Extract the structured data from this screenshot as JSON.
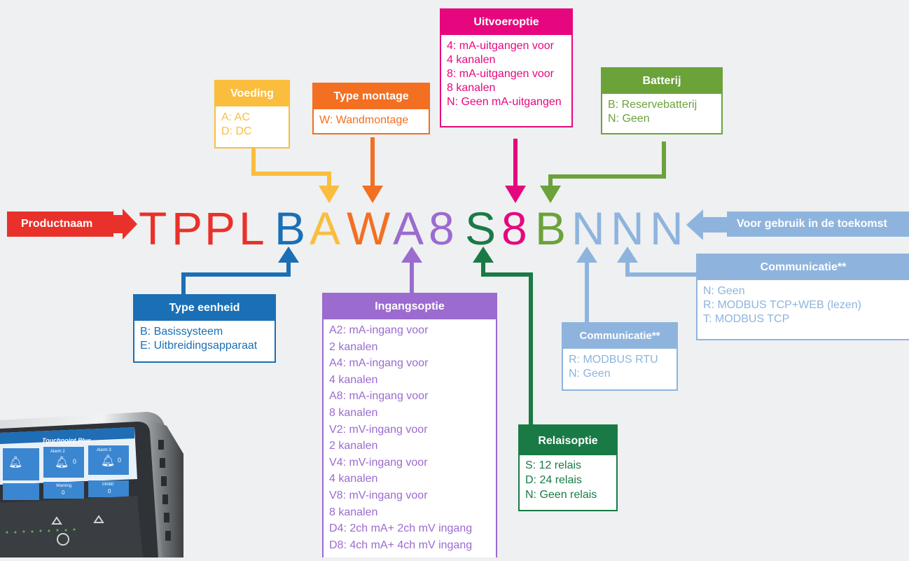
{
  "product_label": "Productnaam",
  "future_label": "Voor gebruik in de toekomst",
  "code_letters": [
    {
      "ch": "T",
      "color": "#e8312a"
    },
    {
      "ch": "P",
      "color": "#e8312a"
    },
    {
      "ch": "P",
      "color": "#e8312a"
    },
    {
      "ch": "L",
      "color": "#e8312a"
    },
    {
      "ch": "B",
      "color": "#1a6fb5"
    },
    {
      "ch": "A",
      "color": "#fbbd3d"
    },
    {
      "ch": "W",
      "color": "#f36f21"
    },
    {
      "ch": "A",
      "color": "#9b6bd0"
    },
    {
      "ch": "8",
      "color": "#9b6bd0"
    },
    {
      "ch": "S",
      "color": "#1a7a45"
    },
    {
      "ch": "8",
      "color": "#e6077e"
    },
    {
      "ch": "B",
      "color": "#6ba23a"
    },
    {
      "ch": "N",
      "color": "#8eb4de"
    },
    {
      "ch": "N",
      "color": "#8eb4de"
    },
    {
      "ch": "N",
      "color": "#8eb4de"
    }
  ],
  "boxes": {
    "voeding": {
      "title": "Voeding",
      "color": "#fbbd3d",
      "lines": [
        "A: AC",
        "D: DC"
      ]
    },
    "type_montage": {
      "title": "Type montage",
      "color": "#f36f21",
      "lines": [
        "W: Wandmontage"
      ]
    },
    "uitvoeroptie": {
      "title": "Uitvoeroptie",
      "color": "#e6077e",
      "lines": [
        "4: mA-uitgangen voor",
        "4 kanalen",
        "8: mA-uitgangen voor",
        "8 kanalen",
        "N: Geen mA-uitgangen"
      ]
    },
    "batterij": {
      "title": "Batterij",
      "color": "#6ba23a",
      "lines": [
        "B: Reservebatterij",
        "N: Geen"
      ]
    },
    "type_eenheid": {
      "title": "Type eenheid",
      "color": "#1a6fb5",
      "lines": [
        "B: Basissysteem",
        "E: Uitbreidingsapparaat"
      ]
    },
    "ingangsoptie": {
      "title": "Ingangsoptie",
      "color": "#9b6bd0",
      "lines": [
        "A2: mA-ingang voor",
        "2 kanalen",
        "A4: mA-ingang voor",
        "4 kanalen",
        "A8: mA-ingang voor",
        "8 kanalen",
        "V2: mV-ingang voor",
        "2 kanalen",
        "V4: mV-ingang voor",
        "4 kanalen",
        "V8: mV-ingang voor",
        "8 kanalen",
        "D4: 2ch mA+ 2ch mV ingang",
        "D8: 4ch mA+ 4ch mV ingang"
      ]
    },
    "relaisoptie": {
      "title": "Relaisoptie",
      "color": "#1a7a45",
      "lines": [
        "S: 12 relais",
        "D: 24 relais",
        "N: Geen relais"
      ]
    },
    "communicatie_rtu": {
      "title": "Communicatie**",
      "color": "#8eb4de",
      "lines": [
        "R: MODBUS RTU",
        "N: Geen"
      ]
    },
    "communicatie_tcp": {
      "title": "Communicatie**",
      "color": "#8eb4de",
      "lines": [
        "N: Geen",
        "R: MODBUS TCP+WEB (lezen)",
        "T: MODBUS TCP"
      ]
    }
  },
  "device": {
    "screen_title": "Touchpoint Plus",
    "tile_labels": [
      "Alarm 2",
      "Alarm 3",
      "Warning",
      "Inhibit"
    ],
    "tile_values": [
      "0",
      "0",
      "0",
      "0"
    ]
  }
}
